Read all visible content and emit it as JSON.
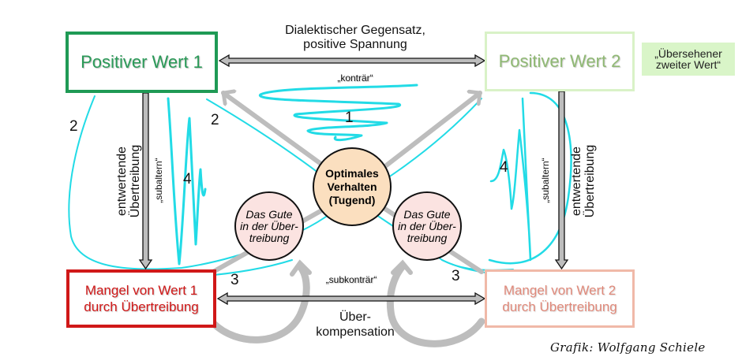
{
  "boxes": {
    "positive_value_1": "Positiver Wert 1",
    "positive_value_2": "Positiver Wert 2",
    "lack_value_1": "Mangel von Wert 1\ndurch Übertreibung",
    "lack_value_2": "Mangel von Wert 2\ndurch Übertreibung"
  },
  "note": "„Übersehener\nzweiter Wert“",
  "labels": {
    "dialectic": "Dialektischer Gegensatz,\npositive Spannung",
    "contrary": "„konträr“",
    "subcontrary": "„subkonträr“",
    "overcompensation": "Über-\nkompensation",
    "devaluing_left": "entwertende\nÜbertreibung",
    "devaluing_right": "entwertende\nÜbertreibung",
    "subaltern_left": "„subaltern“",
    "subaltern_right": "„subaltern“"
  },
  "circles": {
    "optimal": "Optimales\nVerhalten\n(Tugend)",
    "good_excess_left": "Das Gute\nin der Über-\ntreibung",
    "good_excess_right": "Das Gute\nin der Über-\ntreibung"
  },
  "numbers": {
    "n1": "1",
    "n2_left": "2",
    "n2_mid": "2",
    "n3_left": "3",
    "n3_right": "3",
    "n4_left": "4",
    "n4_right": "4"
  },
  "credit": "Grafik: Wolfgang Schiele",
  "colors": {
    "green": "#1f9a55",
    "light_green": "#d9f2c7",
    "red": "#d01818",
    "salmon": "#f0b9a8",
    "cyan": "#22dbe6",
    "gray_arrow": "#bdbdbd",
    "optimal_fill": "#fbdfbf",
    "good_fill": "#fbe3e1"
  }
}
